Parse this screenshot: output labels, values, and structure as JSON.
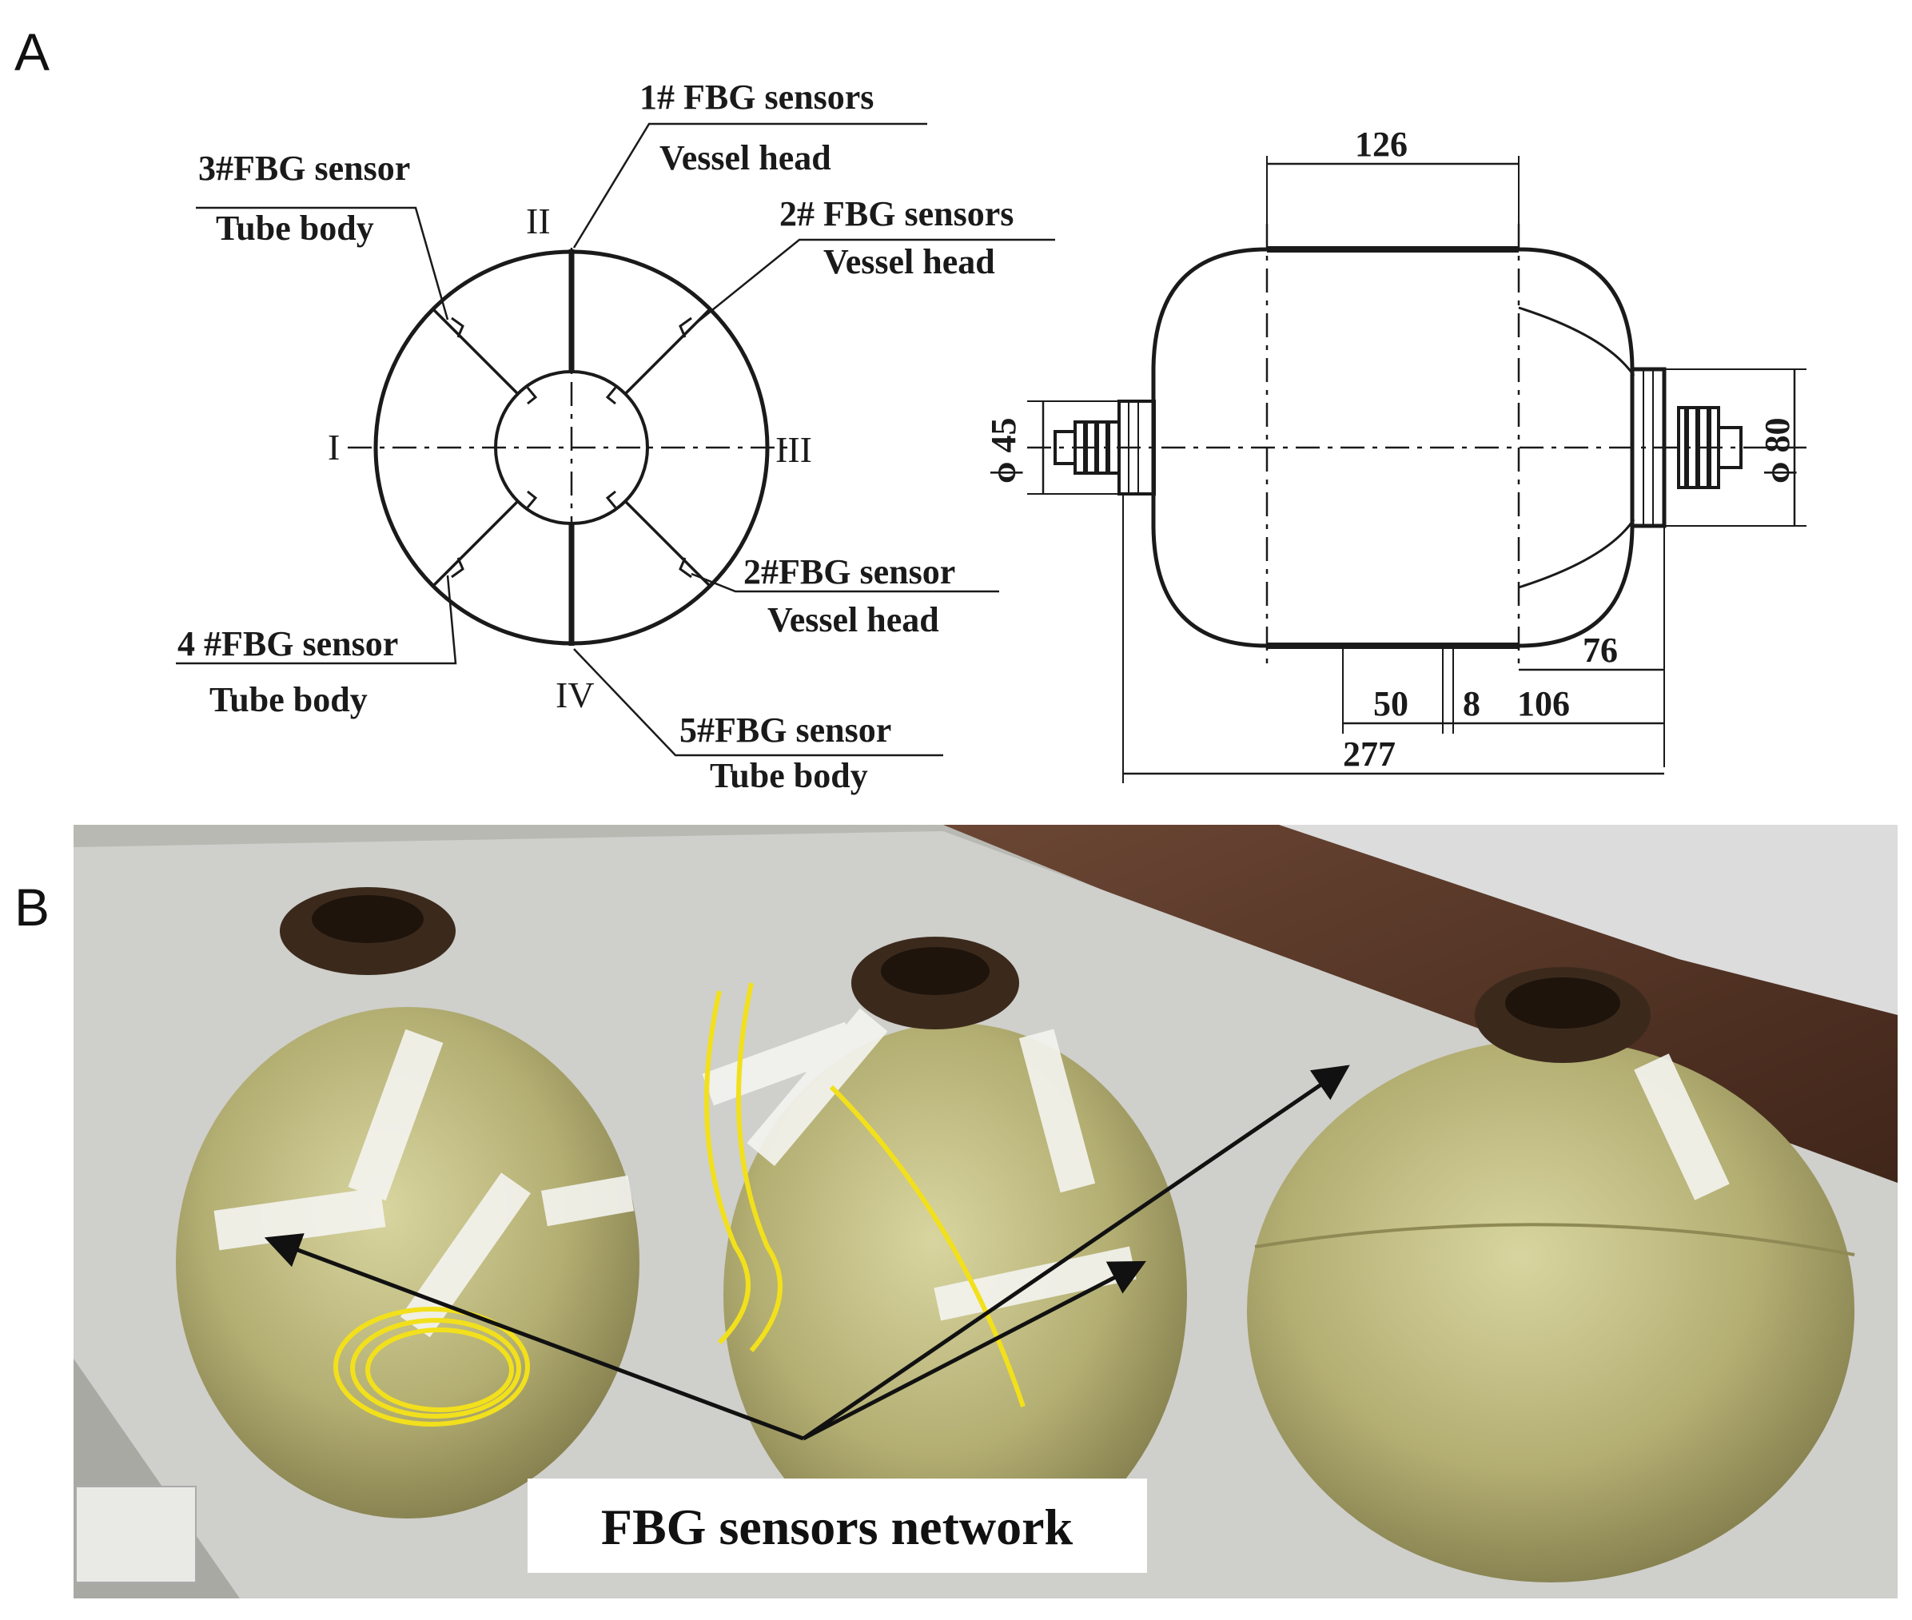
{
  "panels": {
    "a": {
      "letter": "A"
    },
    "b": {
      "letter": "B"
    }
  },
  "section_view": {
    "roman": {
      "i": "I",
      "ii": "II",
      "iii": "III",
      "iv": "IV"
    },
    "sensors": {
      "s1": {
        "sensor": "1# FBG sensors",
        "location": "Vessel head"
      },
      "s2a": {
        "sensor": "2# FBG sensors",
        "location": "Vessel head"
      },
      "s2b": {
        "sensor": "2#FBG sensor",
        "location": "Vessel head"
      },
      "s3": {
        "sensor": "3#FBG sensor",
        "location": "Tube body"
      },
      "s4": {
        "sensor": "4 #FBG sensor",
        "location": "Tube body"
      },
      "s5": {
        "sensor": "5#FBG sensor",
        "location": "Tube body"
      }
    }
  },
  "side_view": {
    "dims": {
      "top": "126",
      "left_dia": "ϕ 45",
      "right_dia": "ϕ 80",
      "d76": "76",
      "d50": "50",
      "d8": "8",
      "d106": "106",
      "d277": "277"
    }
  },
  "photo": {
    "callout": "FBG sensors network",
    "colors": {
      "vessel": "#b7b47a",
      "cable": "#f0e020",
      "table": "#c9c9c5",
      "floor": "#5e3a2a"
    }
  }
}
